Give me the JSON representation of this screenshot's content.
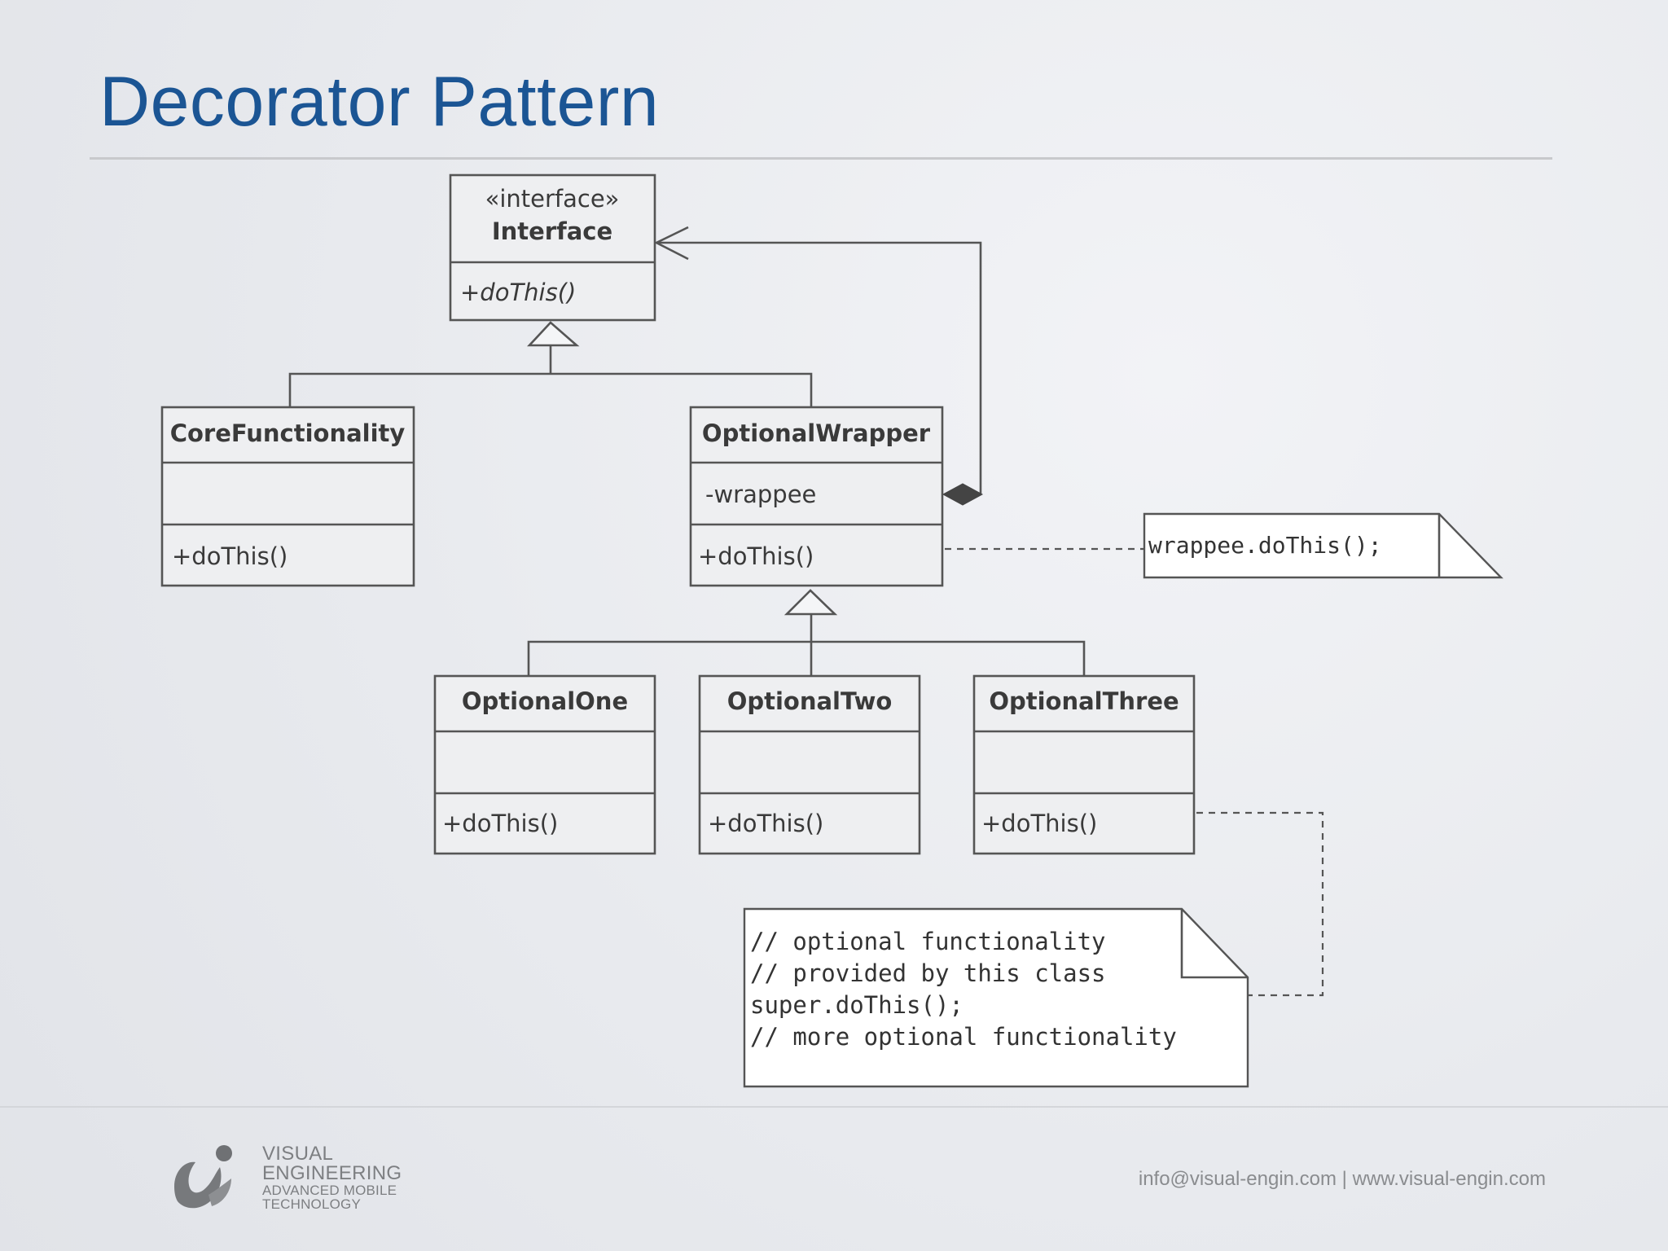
{
  "slide": {
    "title": "Decorator Pattern"
  },
  "diagram": {
    "interface": {
      "stereotype": "«interface»",
      "name": "Interface",
      "method": "+doThis()"
    },
    "core": {
      "name": "CoreFunctionality",
      "method": "+doThis()"
    },
    "wrapper": {
      "name": "OptionalWrapper",
      "attribute": "-wrappee",
      "method": "+doThis()"
    },
    "optional_one": {
      "name": "OptionalOne",
      "method": "+doThis()"
    },
    "optional_two": {
      "name": "OptionalTwo",
      "method": "+doThis()"
    },
    "optional_three": {
      "name": "OptionalThree",
      "method": "+doThis()"
    },
    "wrapper_note": "wrappee.doThis();",
    "optional_note": [
      "// optional functionality",
      "// provided by this class",
      "super.doThis();",
      "// more optional functionality"
    ]
  },
  "footer": {
    "logo_line1": "VISUAL",
    "logo_line2": "ENGINEERING",
    "logo_line3": "ADVANCED MOBILE",
    "logo_line4": "TECHNOLOGY",
    "contact": "info@visual-engin.com | www.visual-engin.com"
  }
}
